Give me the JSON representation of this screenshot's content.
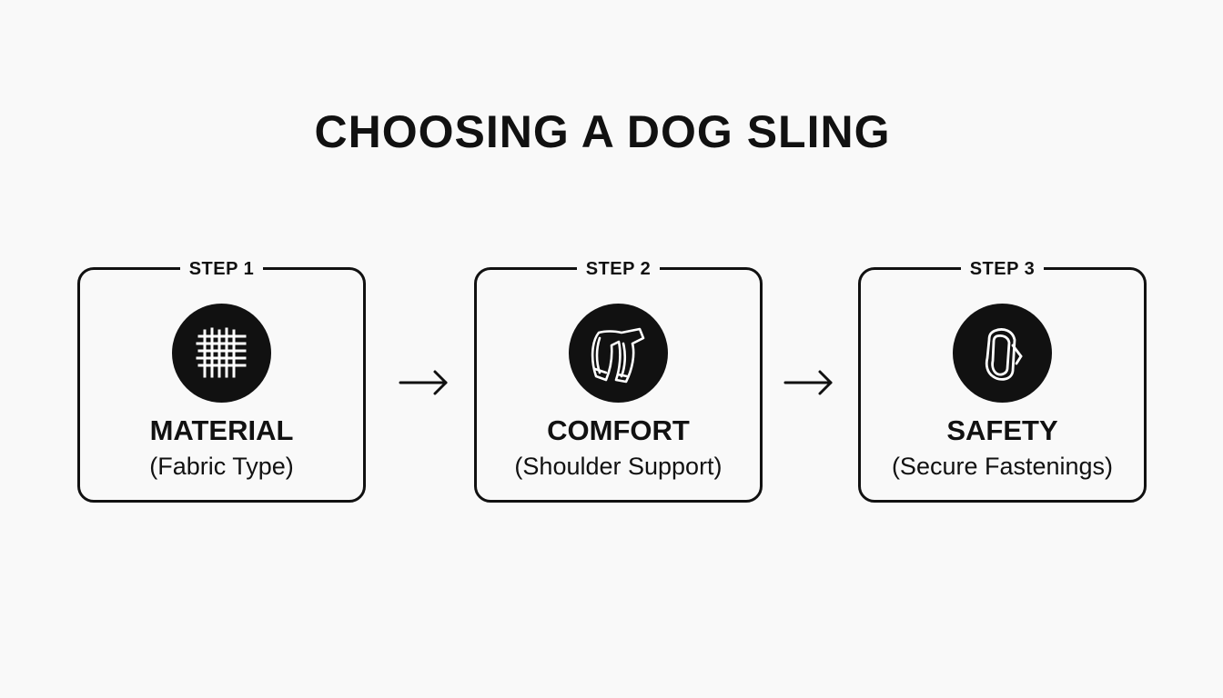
{
  "title": "CHOOSING A DOG SLING",
  "steps": [
    {
      "label": "STEP 1",
      "heading": "MATERIAL",
      "subtitle": "(Fabric Type)",
      "icon": "fabric-grid-icon"
    },
    {
      "label": "STEP 2",
      "heading": "COMFORT",
      "subtitle": "(Shoulder Support)",
      "icon": "shoulder-strap-icon"
    },
    {
      "label": "STEP 3",
      "heading": "SAFETY",
      "subtitle": "(Secure Fastenings)",
      "icon": "carabiner-icon"
    }
  ],
  "colors": {
    "background": "#f9f9f9",
    "foreground": "#111111",
    "icon_fill": "#ffffff"
  }
}
